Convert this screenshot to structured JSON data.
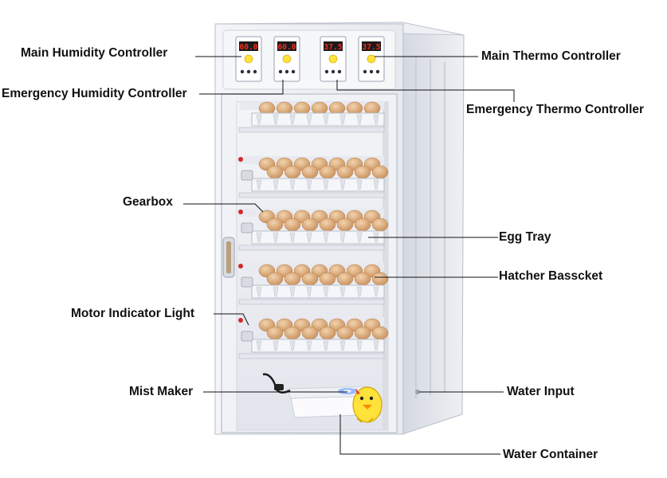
{
  "labels": {
    "main_humidity": "Main Humidity Controller",
    "emergency_humidity": "Emergency Humidity Controller",
    "main_thermo": "Main Thermo Controller",
    "emergency_thermo": "Emergency Thermo Controller",
    "gearbox": "Gearbox",
    "egg_tray": "Egg Tray",
    "hatcher_basket": "Hatcher Basscket",
    "motor_indicator_light": "Motor Indicator Light",
    "mist_maker": "Mist Maker",
    "water_input": "Water Input",
    "water_container": "Water Container"
  },
  "controllers": [
    {
      "name": "main-humidity",
      "reading": "60.0"
    },
    {
      "name": "emergency-humidity",
      "reading": "60.0"
    },
    {
      "name": "emergency-thermo",
      "reading": "37.5"
    },
    {
      "name": "main-thermo",
      "reading": "37.5"
    }
  ],
  "colors": {
    "cabinet": "#e9ecf2",
    "cabinet_shadow": "#c9ced8",
    "display_red": "#ff2a1a",
    "egg": "#d9a878",
    "mascot_yellow": "#ffe23a"
  }
}
